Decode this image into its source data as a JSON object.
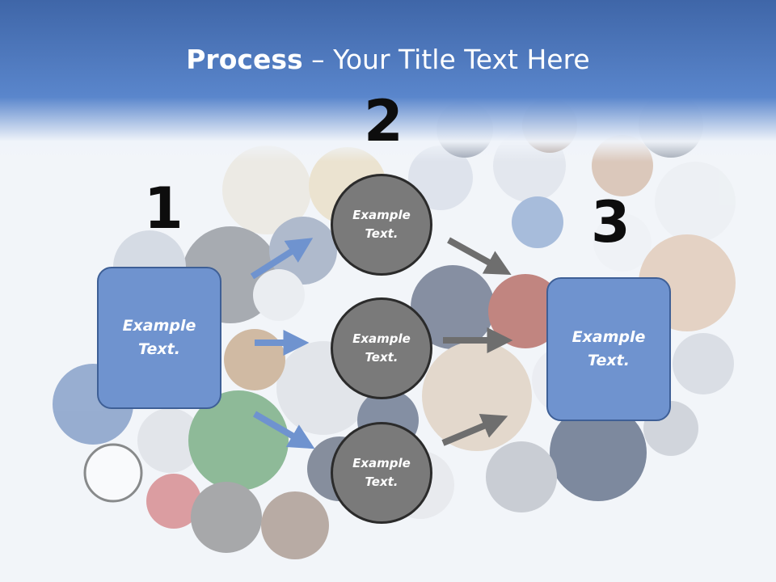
{
  "slide": {
    "title_strong": "Process",
    "title_rest": " – Your Title Text Here"
  },
  "steps": {
    "step1_number": "1",
    "step2_number": "2",
    "step3_number": "3"
  },
  "nodes": {
    "left_box": "Example Text.",
    "circle_top": "Example Text.",
    "circle_middle": "Example Text.",
    "circle_bottom": "Example Text.",
    "right_box": "Example Text."
  },
  "colors": {
    "header_blue": "#4a78c0",
    "box_fill": "#6f93cf",
    "circle_fill": "#7a7a7a",
    "arrow_blue": "#6f93cf",
    "arrow_gray": "#6e6e6e"
  }
}
